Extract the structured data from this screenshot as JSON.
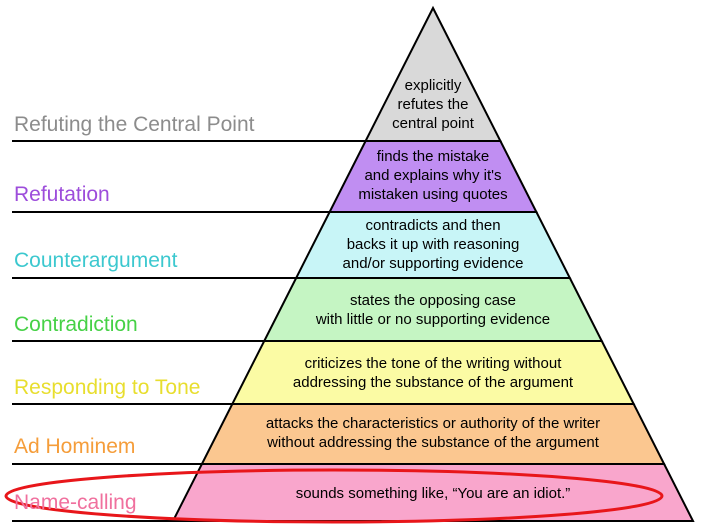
{
  "tiers": [
    {
      "label": "Refuting the Central Point",
      "label_color": "#8c8c8c",
      "fill": "#d9d9d9",
      "lines": [
        "explicitly",
        "refutes the",
        "central point"
      ]
    },
    {
      "label": "Refutation",
      "label_color": "#9d4ddb",
      "fill": "#c08ef2",
      "lines": [
        "finds the mistake",
        "and explains why it's",
        "mistaken using quotes"
      ]
    },
    {
      "label": "Counterargument",
      "label_color": "#3cc8cf",
      "fill": "#c8f5f7",
      "lines": [
        "contradicts and then",
        "backs it up with reasoning",
        "and/or supporting evidence"
      ]
    },
    {
      "label": "Contradiction",
      "label_color": "#46d146",
      "fill": "#c5f5c3",
      "lines": [
        "states the opposing case",
        "with little or no supporting evidence"
      ]
    },
    {
      "label": "Responding to Tone",
      "label_color": "#e8de2e",
      "fill": "#fbfba4",
      "lines": [
        "criticizes the tone of the writing without",
        "addressing the substance of the argument"
      ]
    },
    {
      "label": "Ad Hominem",
      "label_color": "#f59d3a",
      "fill": "#fbc790",
      "lines": [
        "attacks the characteristics or authority of the writer",
        "without addressing the substance of the argument"
      ]
    },
    {
      "label": "Name-calling",
      "label_color": "#f0709e",
      "fill": "#f9a6cc",
      "lines": [
        "sounds something like, “You are an idiot.”"
      ]
    }
  ],
  "highlight_color": "#e8161a"
}
